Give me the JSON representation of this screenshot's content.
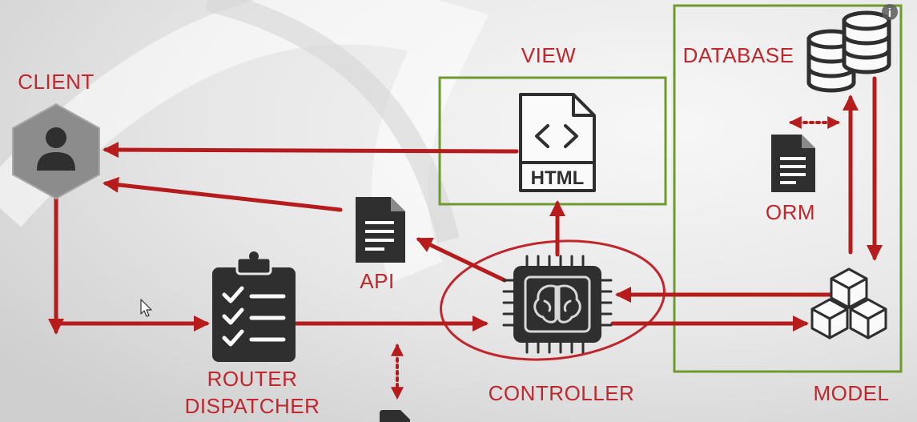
{
  "labels": {
    "client": "CLIENT",
    "view": "VIEW",
    "database": "DATABASE",
    "orm": "ORM",
    "api": "API",
    "router_line1": "ROUTER",
    "router_line2": "DISPATCHER",
    "controller": "CONTROLLER",
    "model": "MODEL",
    "html_badge": "HTML"
  },
  "info_glyph": "i",
  "colors": {
    "accent": "#c0272d",
    "arrow": "#b71c1c",
    "box_green": "#6e9a2e",
    "icon_dark": "#2f2f2f",
    "client_hex": "#8c8c8c"
  }
}
